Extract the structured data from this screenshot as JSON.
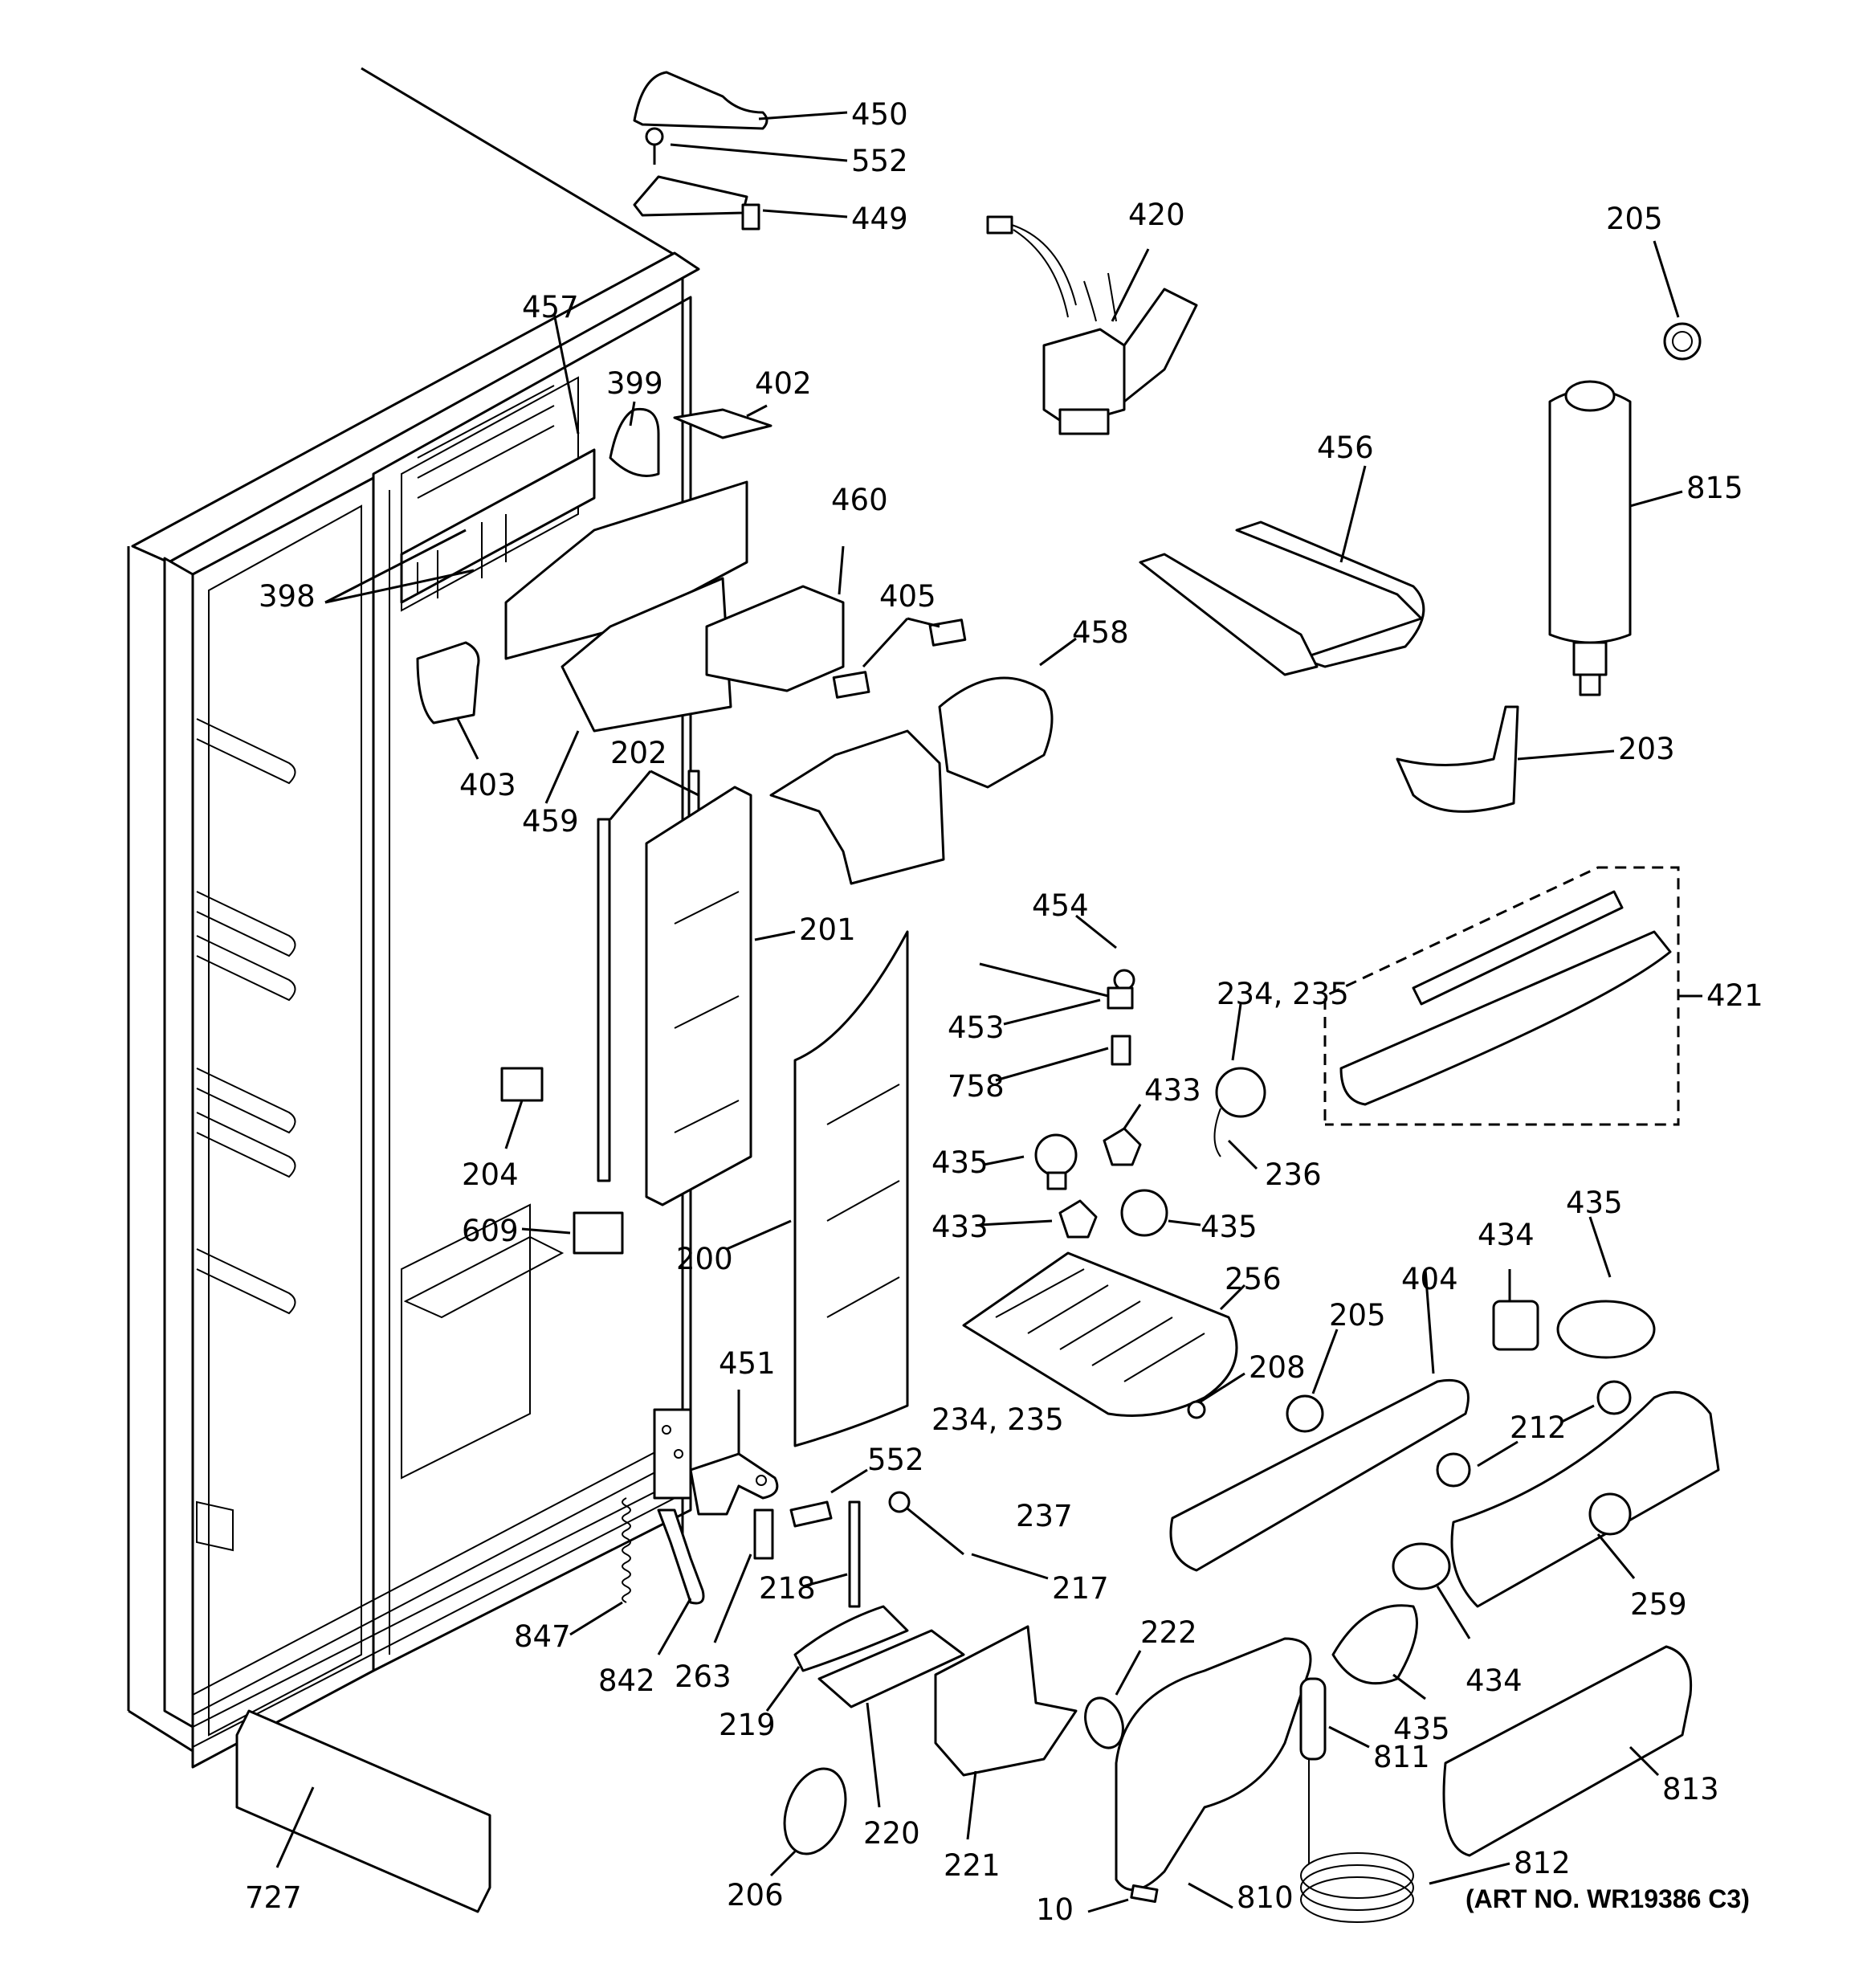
{
  "art_number": "(ART NO. WR19386 C3)",
  "labels": {
    "l450": "450",
    "l552a": "552",
    "l449": "449",
    "l420": "420",
    "l205a": "205",
    "l457": "457",
    "l399": "399",
    "l402": "402",
    "l815": "815",
    "l456": "456",
    "l460": "460",
    "l398": "398",
    "l405": "405",
    "l458": "458",
    "l403": "403",
    "l459": "459",
    "l202": "202",
    "l203": "203",
    "l454": "454",
    "l201": "201",
    "l421": "421",
    "l234a": "234, 235",
    "l453": "453",
    "l758": "758",
    "l433a": "433",
    "l435a": "435",
    "l236": "236",
    "l204": "204",
    "l435b": "435",
    "l435c": "435",
    "l433b": "433",
    "l434a": "434",
    "l609": "609",
    "l200": "200",
    "l256": "256",
    "l205b": "205",
    "l404": "404",
    "l208": "208",
    "l451": "451",
    "l234b": "234, 235",
    "l212": "212",
    "l552b": "552",
    "l237": "237",
    "l218": "218",
    "l217": "217",
    "l259": "259",
    "l847": "847",
    "l842": "842",
    "l263": "263",
    "l222": "222",
    "l434b": "434",
    "l219": "219",
    "l435d": "435",
    "l811": "811",
    "l813": "813",
    "l220": "220",
    "l221": "221",
    "l206": "206",
    "l727": "727",
    "l812": "812",
    "l10": "10",
    "l810": "810"
  }
}
